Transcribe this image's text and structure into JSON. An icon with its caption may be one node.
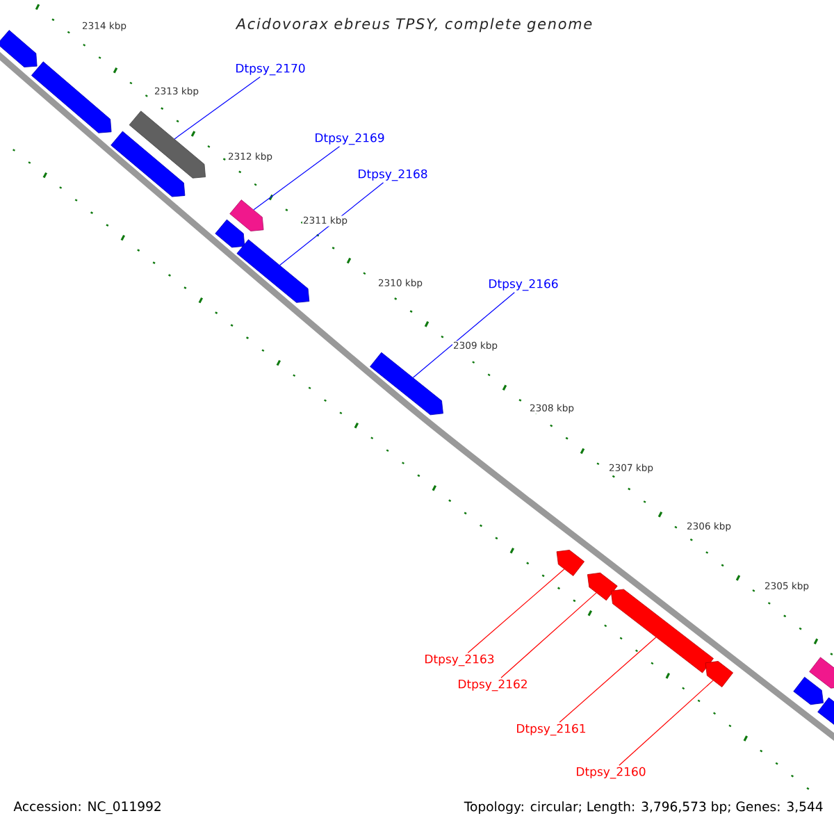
{
  "diagram": {
    "title": "Acidovorax ebreus TPSY, complete genome",
    "nodes": [
      {
        "text": [],
        "shape": "pentagon"
      },
      {
        "text": [],
        "shape": "pentagon"
      },
      {
        "text": [],
        "shape": "pentagon"
      },
      {
        "text": [],
        "shape": "pentagon"
      },
      {
        "text": [],
        "shape": "pentagon"
      },
      {
        "text": [],
        "shape": "pentagon"
      },
      {
        "text": [],
        "shape": "pentagon"
      },
      {
        "text": [],
        "shape": "pentagon"
      },
      {
        "text": [],
        "shape": "pentagon"
      },
      {
        "text": [],
        "shape": "pentagon"
      },
      {
        "text": [],
        "shape": "pentagon"
      },
      {
        "text": [],
        "shape": "pentagon"
      },
      {
        "text": [],
        "shape": "pentagon"
      },
      {
        "text": [],
        "shape": "pentagon"
      },
      {
        "text": [],
        "shape": "pentagon"
      },
      {
        "text": [
          "Dtpsy_2170"
        ]
      },
      {
        "text": [
          "Dtpsy_2169"
        ]
      },
      {
        "text": [
          "Dtpsy_2168"
        ]
      },
      {
        "text": [
          "Dtpsy_2166"
        ]
      },
      {
        "text": [
          "Dtpsy_2163"
        ]
      },
      {
        "text": [
          "Dtpsy_2162"
        ]
      },
      {
        "text": [
          "Dtpsy_2161"
        ]
      },
      {
        "text": [
          "Dtpsy_2160"
        ]
      }
    ],
    "edges": [
      {
        "from": 15,
        "to": 2,
        "arrow": "none",
        "color": "#0000ff"
      },
      {
        "from": 16,
        "to": 4,
        "arrow": "none",
        "color": "#0000ff"
      },
      {
        "from": 17,
        "to": 6,
        "arrow": "none",
        "color": "#0000ff"
      },
      {
        "from": 18,
        "to": 7,
        "arrow": "none",
        "color": "#0000ff"
      },
      {
        "from": 19,
        "to": 8,
        "arrow": "none",
        "color": "#ff0000"
      },
      {
        "from": 20,
        "to": 9,
        "arrow": "none",
        "color": "#ff0000"
      },
      {
        "from": 21,
        "to": 10,
        "arrow": "none",
        "color": "#ff0000"
      },
      {
        "from": 22,
        "to": 11,
        "arrow": "none",
        "color": "#ff0000"
      }
    ],
    "labels": [
      "2314 kbp",
      "2313 kbp",
      "2312 kbp",
      "2311 kbp",
      "2310 kbp",
      "2309 kbp",
      "2308 kbp",
      "2307 kbp",
      "2306 kbp",
      "2305 kbp",
      "Accession: NC_011992",
      "Topology: circular; Length: 3,796,573 bp; Genes: 3,544"
    ]
  }
}
